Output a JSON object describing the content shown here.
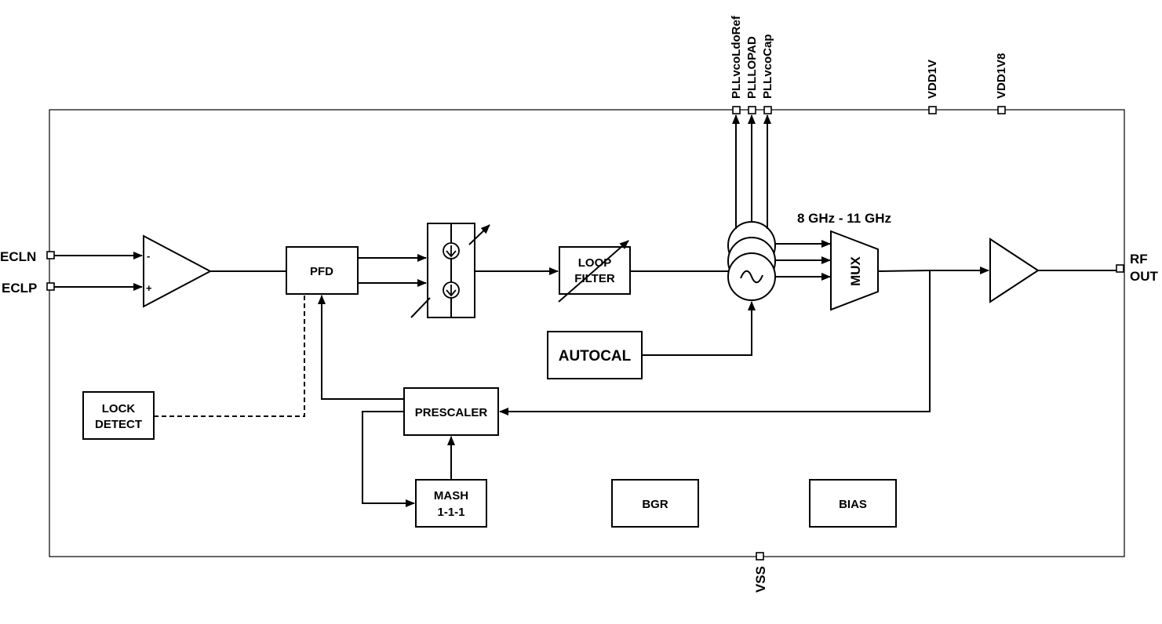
{
  "pins": {
    "ecln": "ECLN",
    "eclp": "ECLP",
    "rf_out_line1": "RF",
    "rf_out_line2": "OUT",
    "vss": "VSS",
    "vdd1v": "VDD1V",
    "vdd1v8": "VDD1V8",
    "pll_vco_ldo_ref": "PLLvcoLdoRef",
    "pll_lopad": "PLLLOPAD",
    "pll_vco_cap": "PLLvcoCap"
  },
  "blocks": {
    "pfd": "PFD",
    "loop_filter_line1": "LOOP",
    "loop_filter_line2": "FILTER",
    "autocal": "AUTOCAL",
    "lock_detect_line1": "LOCK",
    "lock_detect_line2": "DETECT",
    "prescaler": "PRESCALER",
    "mash_line1": "MASH",
    "mash_line2": "1-1-1",
    "bgr": "BGR",
    "bias": "BIAS",
    "mux": "MUX"
  },
  "annotations": {
    "freq_range": "8 GHz - 11 GHz",
    "amp_minus": "-",
    "amp_plus": "+"
  }
}
